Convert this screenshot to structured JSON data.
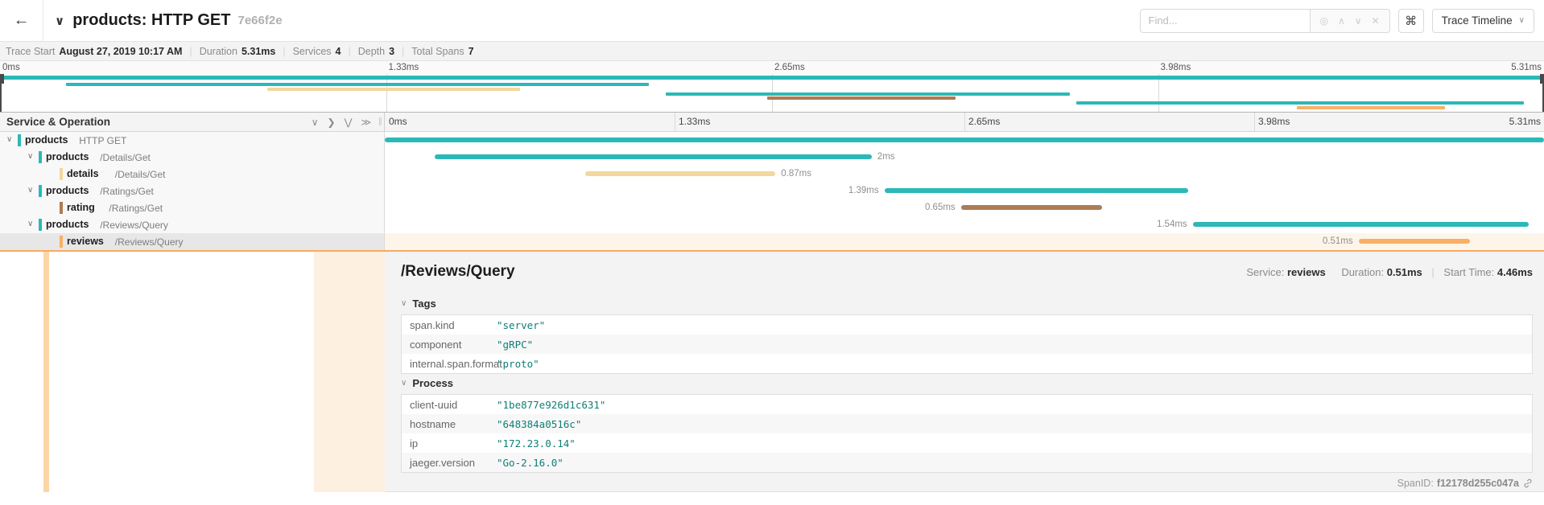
{
  "header": {
    "back_icon": "←",
    "collapse_icon": "∨",
    "title": "products: HTTP GET",
    "trace_id_short": "7e66f2e",
    "find_placeholder": "Find...",
    "find_icons": [
      "◎",
      "∧",
      "∨",
      "✕"
    ],
    "shortcut_label": "⌘",
    "view_selector_label": "Trace Timeline",
    "view_selector_caret": "∨"
  },
  "trace_info": [
    {
      "label": "Trace Start",
      "value": "August 27, 2019 10:17 AM"
    },
    {
      "label": "Duration",
      "value": "5.31ms"
    },
    {
      "label": "Services",
      "value": "4"
    },
    {
      "label": "Depth",
      "value": "3"
    },
    {
      "label": "Total Spans",
      "value": "7"
    }
  ],
  "timeline": {
    "left_header": "Service & Operation",
    "header_icons": [
      "∨",
      "❯",
      "⋁",
      "≫"
    ],
    "resizer_glyph": "∥",
    "ticks": [
      "0ms",
      "1.33ms",
      "2.65ms",
      "3.98ms",
      "5.31ms"
    ],
    "tick_pcts": [
      0,
      25,
      50,
      75,
      100
    ],
    "grid_pcts": [
      25,
      50,
      75
    ],
    "spans": [
      {
        "service": "products",
        "operation": "HTTP GET",
        "depth": 0,
        "expandable": true,
        "selected": false,
        "color": "#2cb8b8",
        "start_pct": 0.0,
        "width_pct": 100.0,
        "label": "",
        "label_side": "none"
      },
      {
        "service": "products",
        "operation": "/Details/Get",
        "depth": 1,
        "expandable": true,
        "selected": false,
        "color": "#2cb8b8",
        "start_pct": 4.3,
        "width_pct": 37.7,
        "label": "2ms",
        "label_side": "right"
      },
      {
        "service": "details",
        "operation": "/Details/Get",
        "depth": 2,
        "expandable": false,
        "selected": false,
        "color": "#f3d79e",
        "start_pct": 17.3,
        "width_pct": 16.4,
        "label": "0.87ms",
        "label_side": "right"
      },
      {
        "service": "products",
        "operation": "/Ratings/Get",
        "depth": 1,
        "expandable": true,
        "selected": false,
        "color": "#2cb8b8",
        "start_pct": 43.1,
        "width_pct": 26.2,
        "label": "1.39ms",
        "label_side": "left"
      },
      {
        "service": "rating",
        "operation": "/Ratings/Get",
        "depth": 2,
        "expandable": false,
        "selected": false,
        "color": "#ad7c53",
        "start_pct": 49.7,
        "width_pct": 12.2,
        "label": "0.65ms",
        "label_side": "left"
      },
      {
        "service": "products",
        "operation": "/Reviews/Query",
        "depth": 1,
        "expandable": true,
        "selected": false,
        "color": "#2cb8b8",
        "start_pct": 69.7,
        "width_pct": 29.0,
        "label": "1.54ms",
        "label_side": "left"
      },
      {
        "service": "reviews",
        "operation": "/Reviews/Query",
        "depth": 2,
        "expandable": false,
        "selected": true,
        "color": "#f9af64",
        "start_pct": 84.0,
        "width_pct": 9.6,
        "label": "0.51ms",
        "label_side": "left"
      }
    ]
  },
  "detail": {
    "title": "/Reviews/Query",
    "service_label": "Service:",
    "service_value": "reviews",
    "duration_label": "Duration:",
    "duration_value": "0.51ms",
    "start_time_label": "Start Time:",
    "start_time_value": "4.46ms",
    "tags_header": "Tags",
    "tags": [
      {
        "key": "span.kind",
        "value": "\"server\""
      },
      {
        "key": "component",
        "value": "\"gRPC\""
      },
      {
        "key": "internal.span.format",
        "value": "\"proto\""
      }
    ],
    "process_header": "Process",
    "process": [
      {
        "key": "client-uuid",
        "value": "\"1be877e926d1c631\""
      },
      {
        "key": "hostname",
        "value": "\"648384a0516c\""
      },
      {
        "key": "ip",
        "value": "\"172.23.0.14\""
      },
      {
        "key": "jaeger.version",
        "value": "\"Go-2.16.0\""
      }
    ],
    "span_id_label": "SpanID:",
    "span_id_value": "f12178d255c047a"
  }
}
